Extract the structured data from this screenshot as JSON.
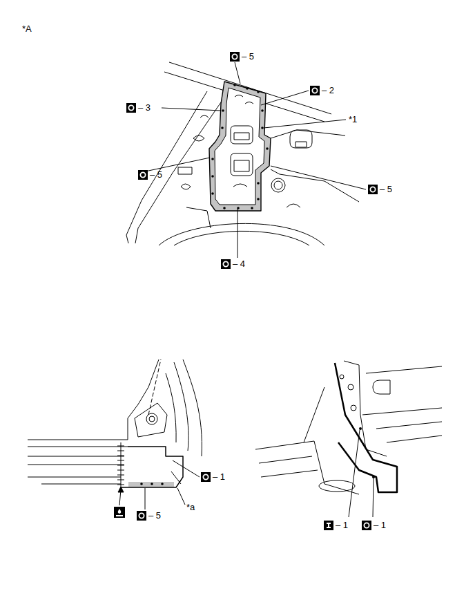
{
  "diagram": {
    "labels": [
      "*A",
      "– 5",
      "– 2",
      "– 3",
      "*1",
      "– 5",
      "– 5",
      "– 4",
      "– 1",
      "– 5",
      "*a",
      "– 1",
      "– 1"
    ]
  }
}
